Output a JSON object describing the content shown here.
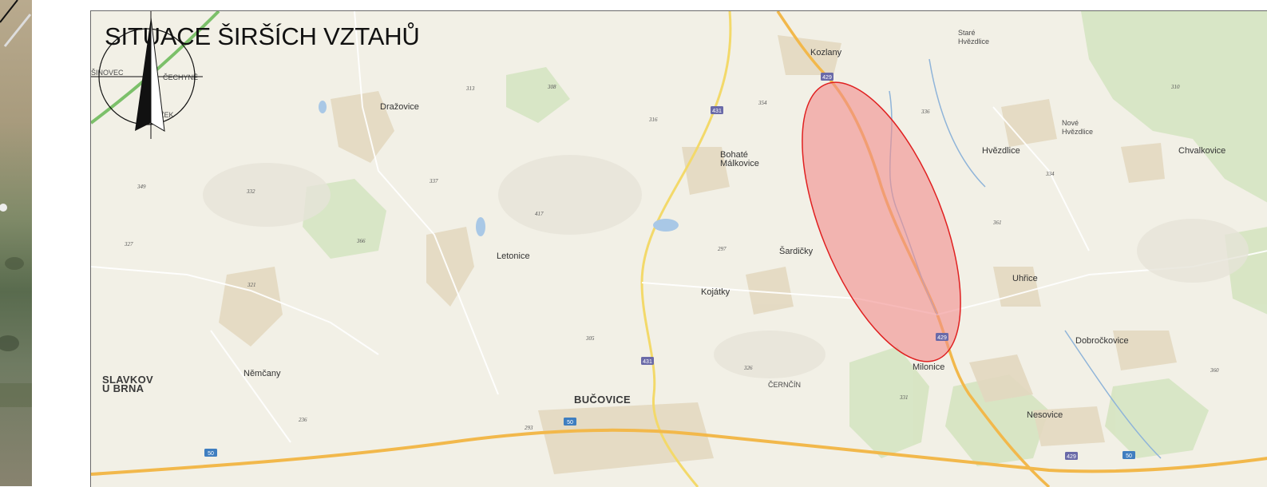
{
  "map": {
    "title": "SITUACE ŠIRŠÍCH VZTAHŮ",
    "places": [
      {
        "id": "sinovec",
        "label": "ŠINOVEC",
        "cls": "small"
      },
      {
        "id": "cechyne",
        "label": "ČECHYNĚ",
        "cls": "small"
      },
      {
        "id": "krouzek",
        "label": "KROUŽEK",
        "cls": "small"
      },
      {
        "id": "drazovice",
        "label": "Dražovice",
        "cls": "town"
      },
      {
        "id": "letonice",
        "label": "Letonice",
        "cls": "town"
      },
      {
        "id": "nemcany",
        "label": "Němčany",
        "cls": "town"
      },
      {
        "id": "slavkov",
        "label": "SLAVKOV\nU BRNA",
        "cls": "big"
      },
      {
        "id": "bucovice",
        "label": "BUČOVICE",
        "cls": "big"
      },
      {
        "id": "kozlany",
        "label": "Kozlany",
        "cls": "town"
      },
      {
        "id": "bohate",
        "label": "Bohaté\nMálkovice",
        "cls": "town"
      },
      {
        "id": "sardicky",
        "label": "Šardičky",
        "cls": "town"
      },
      {
        "id": "kojatky",
        "label": "Kojátky",
        "cls": "town"
      },
      {
        "id": "cernčin",
        "label": "ČERNČÍN",
        "cls": "small"
      },
      {
        "id": "milonice",
        "label": "Milonice",
        "cls": "town"
      },
      {
        "id": "stare-hvezdlice",
        "label": "Staré\nHvězdlice",
        "cls": "small"
      },
      {
        "id": "hvezdlice",
        "label": "Hvězdlice",
        "cls": "town"
      },
      {
        "id": "nove-hvezdlice",
        "label": "Nové\nHvězdlice",
        "cls": "small"
      },
      {
        "id": "chvalkovice",
        "label": "Chvalkovice",
        "cls": "town"
      },
      {
        "id": "uhrice",
        "label": "Uhřice",
        "cls": "town"
      },
      {
        "id": "dobrockovice",
        "label": "Dobročkovice",
        "cls": "town"
      },
      {
        "id": "nesovice",
        "label": "Nesovice",
        "cls": "town"
      }
    ],
    "road_shields": [
      "429",
      "431",
      "429",
      "431",
      "429",
      "50",
      "50",
      "50"
    ],
    "spot_heights": [
      "349",
      "332",
      "327",
      "337",
      "321",
      "366",
      "417",
      "313",
      "316",
      "308",
      "297",
      "305",
      "326",
      "331",
      "334",
      "336",
      "354",
      "361",
      "360",
      "310",
      "293",
      "236"
    ],
    "colors": {
      "background": "#f2f0e6",
      "highlight_fill": "#f28c8c",
      "highlight_stroke": "#e02020",
      "main_road": "#f2b84b",
      "secondary_road": "#f3dc6a",
      "forest": "#d3e3bc",
      "motorway": "#7cc06a"
    }
  }
}
